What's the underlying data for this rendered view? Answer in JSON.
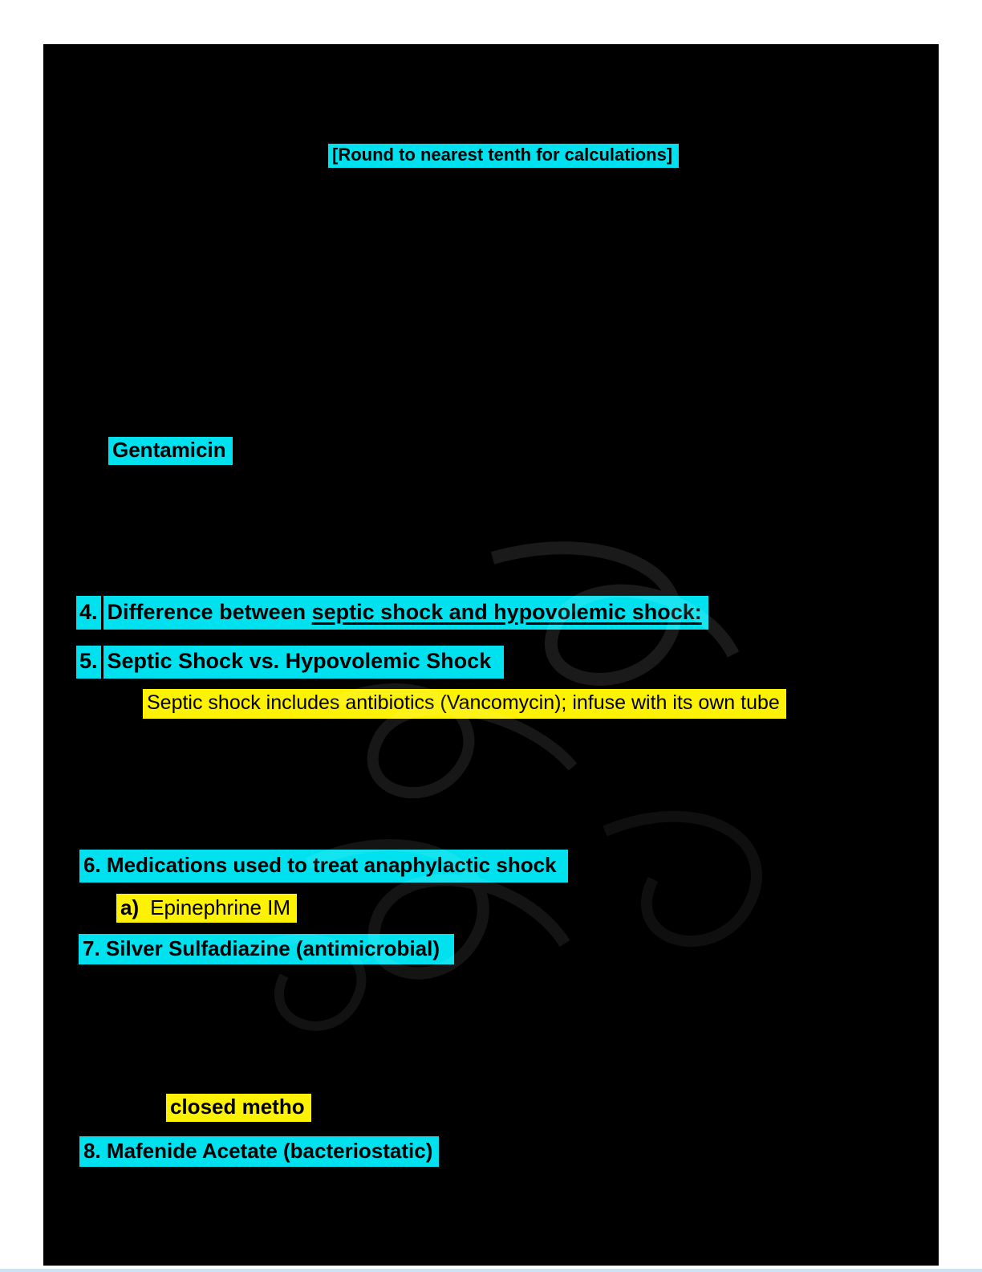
{
  "document": {
    "calc_note": "[Round to nearest tenth for calculations]",
    "drug_label": "Gentamicin",
    "items": {
      "item4_number": "4.",
      "item4_text_prefix": "Difference between ",
      "item4_text_underlined": "septic shock and hypovolemic shock:",
      "item5_number": "5.",
      "item5_text": "Septic Shock vs. Hypovolemic Shock",
      "septic_note": "Septic shock includes antibiotics (Vancomycin); infuse with its own tube",
      "item6_text": "6. Medications used to treat anaphylactic shock",
      "item6a_marker": "a)",
      "item6a_text": "Epinephrine IM",
      "item7_text": "7. Silver Sulfadiazine (antimicrobial)",
      "closed_method_fragment": "closed metho",
      "item8_text": "8. Mafenide Acetate (bacteriostatic)"
    },
    "colors": {
      "page_background": "#000000",
      "margin_background": "#ffffff",
      "highlight_cyan": "#00e1ef",
      "highlight_yellow": "#fdf203",
      "text": "#000000",
      "bottom_strip": "#cfe2f4"
    }
  }
}
